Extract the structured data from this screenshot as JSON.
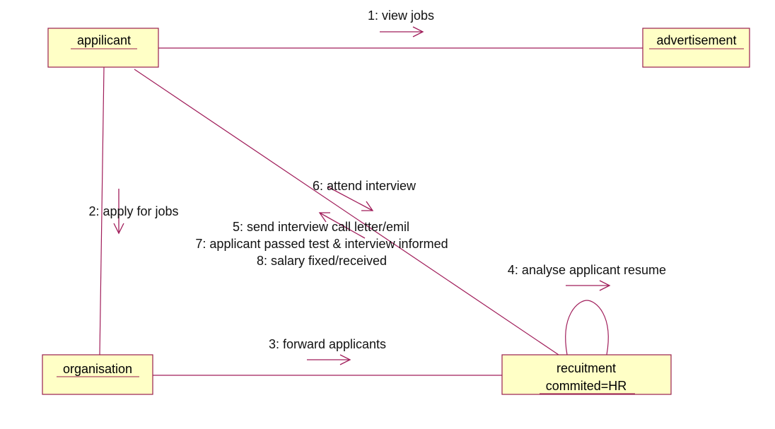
{
  "objects": {
    "applicant": "appilicant",
    "advertisement": "advertisement",
    "organisation": "organisation",
    "recruitment_line1": "recuitment",
    "recruitment_line2": "commited=HR"
  },
  "messages": {
    "m1": "1: view jobs",
    "m2": "2: apply for jobs",
    "m3": "3: forward applicants",
    "m4": "4: analyse applicant resume",
    "m5": "5: send interview call letter/emil",
    "m6": "6: attend interview",
    "m7": "7: applicant passed test & interview informed",
    "m8": "8: salary fixed/received"
  },
  "colors": {
    "object_fill": "#ffffc6",
    "line": "#a01d5a"
  }
}
